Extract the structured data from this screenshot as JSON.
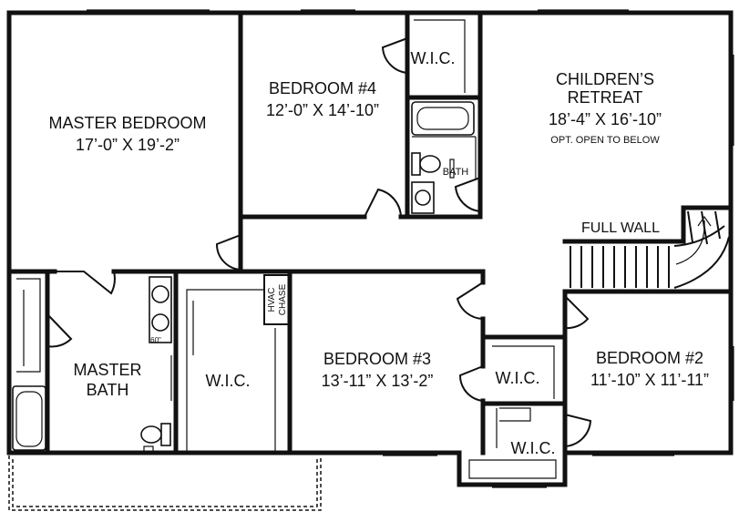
{
  "rooms": {
    "master_bedroom": {
      "name": "MASTER BEDROOM",
      "dims": "17’-0” X 19’-2”"
    },
    "bedroom4": {
      "name": "BEDROOM #4",
      "dims": "12’-0” X 14’-10”"
    },
    "wic_top": {
      "name": "W.I.C."
    },
    "childrens_retreat": {
      "name_line1": "CHILDREN’S",
      "name_line2": "RETREAT",
      "dims": "18’-4” X 16’-10”",
      "note": "OPT. OPEN TO BELOW"
    },
    "bath": {
      "name": "BATH"
    },
    "full_wall": {
      "name": "FULL WALL"
    },
    "master_bath": {
      "name_line1": "MASTER",
      "name_line2": "BATH"
    },
    "wic_master": {
      "name": "W.I.C."
    },
    "hvac_chase": {
      "line1": "HVAC",
      "line2": "CHASE"
    },
    "bedroom3": {
      "name": "BEDROOM #3",
      "dims": "13’-11” X 13’-2”"
    },
    "wic_mid": {
      "name": "W.I.C."
    },
    "wic_low": {
      "name": "W.I.C."
    },
    "bedroom2": {
      "name": "BEDROOM #2",
      "dims": "11’-10” X 11’-11”"
    },
    "vanity_note": {
      "text": "60\""
    }
  }
}
